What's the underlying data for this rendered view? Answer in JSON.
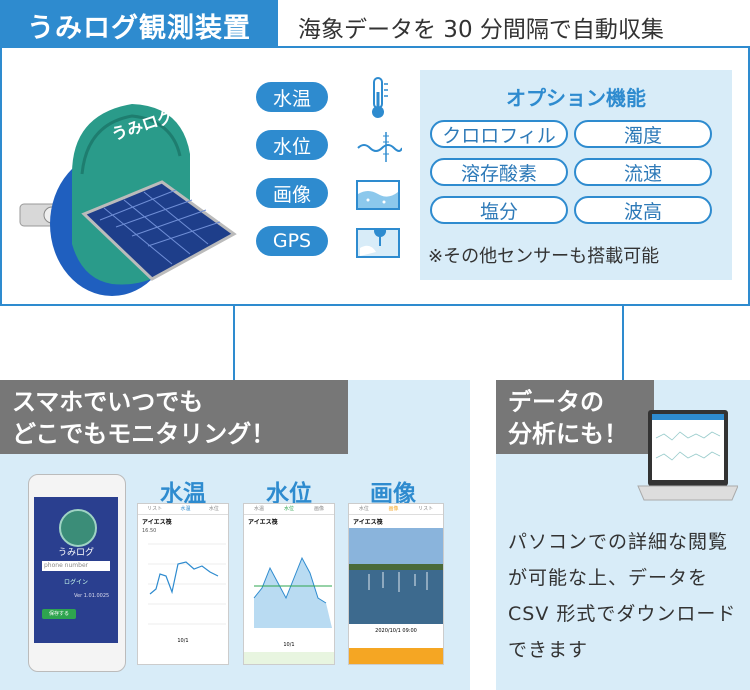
{
  "header": {
    "title": "うみログ観測装置",
    "subtitle": "海象データを 30 分間隔で自動収集"
  },
  "device": {
    "logo_text": "うみログ"
  },
  "sensors": [
    {
      "label": "水温",
      "icon": "thermometer-icon"
    },
    {
      "label": "水位",
      "icon": "water-level-icon"
    },
    {
      "label": "画像",
      "icon": "image-icon"
    },
    {
      "label": "GPS",
      "icon": "map-pin-icon"
    }
  ],
  "options": {
    "title": "オプション機能",
    "items": [
      "クロロフィル",
      "濁度",
      "溶存酸素",
      "流速",
      "塩分",
      "波高"
    ],
    "note": "※その他センサーも搭載可能"
  },
  "smartphone": {
    "heading_line1": "スマホでいつでも",
    "heading_line2": "どこでもモニタリング！",
    "phone_login": {
      "logo_text": "うみログ",
      "input_placeholder": "phone number",
      "login_button": "ログイン",
      "version": "Ver 1.01.0025",
      "save_button": "保存する"
    },
    "screens": [
      {
        "label": "水温",
        "tabs": [
          "リスト",
          "水温",
          "水位"
        ],
        "site": "アイエス筏",
        "subline": "16.50",
        "xlabel": "10/1",
        "footer_color": "#ffffff"
      },
      {
        "label": "水位",
        "tabs": [
          "水温",
          "水位",
          "画像"
        ],
        "site": "アイエス筏",
        "subline": "",
        "xlabel": "10/1",
        "footer_color": "#e8f5e0"
      },
      {
        "label": "画像",
        "tabs": [
          "水位",
          "画像",
          "リスト"
        ],
        "site": "アイエス筏",
        "subline": "",
        "xlabel": "2020/10/1 09:00",
        "footer_color": "#f5a623"
      }
    ]
  },
  "analysis": {
    "heading_line1": "データの",
    "heading_line2": "分析にも！",
    "description": "パソコンでの詳細な閲覧が可能な上、データを CSV 形式でダウンロードできます"
  },
  "colors": {
    "primary": "#2e8bcf",
    "light_panel": "#d8ecf8",
    "grey_tab": "#777777",
    "device_teal": "#2a9b8a"
  }
}
